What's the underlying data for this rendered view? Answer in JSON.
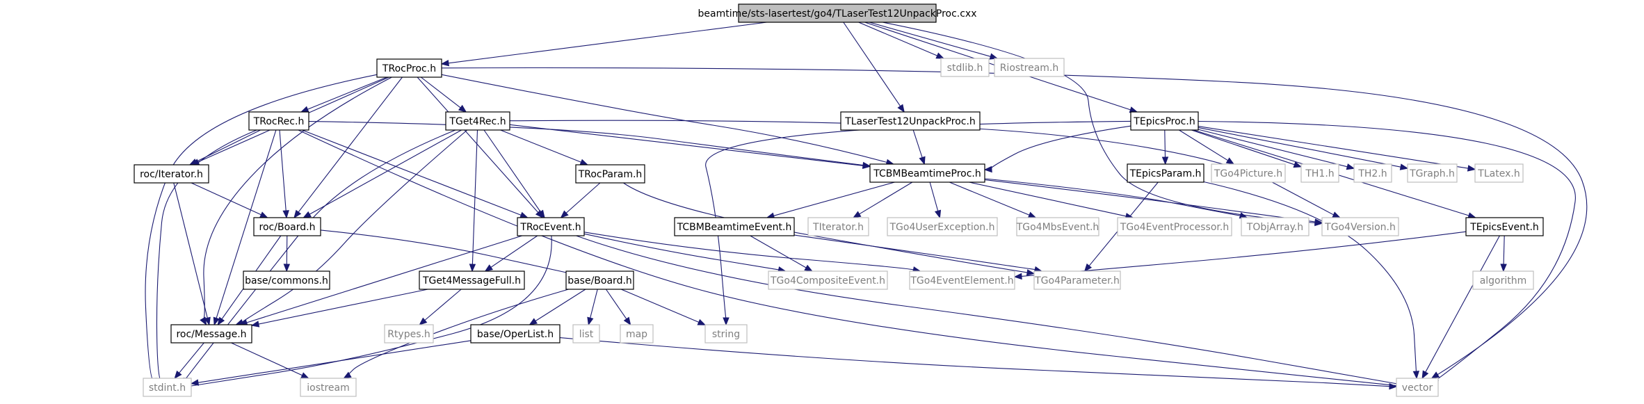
{
  "nodes": [
    {
      "id": "main",
      "label": "beamtime/sts-lasertest/go4/TLaserTest12UnpackProc.cxx",
      "kind": "focus"
    },
    {
      "id": "TRocProc",
      "label": "TRocProc.h",
      "kind": "doc"
    },
    {
      "id": "stdlib",
      "label": "stdlib.h",
      "kind": "ext"
    },
    {
      "id": "Riostream",
      "label": "Riostream.h",
      "kind": "ext"
    },
    {
      "id": "TLaserTest12UnpackProc",
      "label": "TLaserTest12UnpackProc.h",
      "kind": "doc"
    },
    {
      "id": "TEpicsProc",
      "label": "TEpicsProc.h",
      "kind": "doc"
    },
    {
      "id": "TRocRec",
      "label": "TRocRec.h",
      "kind": "doc"
    },
    {
      "id": "TGet4Rec",
      "label": "TGet4Rec.h",
      "kind": "doc"
    },
    {
      "id": "rocIterator",
      "label": "roc/Iterator.h",
      "kind": "doc"
    },
    {
      "id": "TRocParam",
      "label": "TRocParam.h",
      "kind": "doc"
    },
    {
      "id": "TCBMBeamtimeProc",
      "label": "TCBMBeamtimeProc.h",
      "kind": "doc"
    },
    {
      "id": "TEpicsParam",
      "label": "TEpicsParam.h",
      "kind": "doc"
    },
    {
      "id": "TGo4Picture",
      "label": "TGo4Picture.h",
      "kind": "ext"
    },
    {
      "id": "TH1",
      "label": "TH1.h",
      "kind": "ext"
    },
    {
      "id": "TH2",
      "label": "TH2.h",
      "kind": "ext"
    },
    {
      "id": "TGraph",
      "label": "TGraph.h",
      "kind": "ext"
    },
    {
      "id": "TLatex",
      "label": "TLatex.h",
      "kind": "ext"
    },
    {
      "id": "rocBoard",
      "label": "roc/Board.h",
      "kind": "doc"
    },
    {
      "id": "TRocEvent",
      "label": "TRocEvent.h",
      "kind": "doc"
    },
    {
      "id": "TCBMBeamtimeEvent",
      "label": "TCBMBeamtimeEvent.h",
      "kind": "doc"
    },
    {
      "id": "TIterator",
      "label": "TIterator.h",
      "kind": "ext"
    },
    {
      "id": "TGo4UserException",
      "label": "TGo4UserException.h",
      "kind": "ext"
    },
    {
      "id": "TGo4MbsEvent",
      "label": "TGo4MbsEvent.h",
      "kind": "ext"
    },
    {
      "id": "TGo4EventProcessor",
      "label": "TGo4EventProcessor.h",
      "kind": "ext"
    },
    {
      "id": "TObjArray",
      "label": "TObjArray.h",
      "kind": "ext"
    },
    {
      "id": "TGo4Version",
      "label": "TGo4Version.h",
      "kind": "ext"
    },
    {
      "id": "TEpicsEvent",
      "label": "TEpicsEvent.h",
      "kind": "doc"
    },
    {
      "id": "basecommons",
      "label": "base/commons.h",
      "kind": "doc"
    },
    {
      "id": "TGet4MessageFull",
      "label": "TGet4MessageFull.h",
      "kind": "doc"
    },
    {
      "id": "baseBoard",
      "label": "base/Board.h",
      "kind": "doc"
    },
    {
      "id": "TGo4CompositeEvent",
      "label": "TGo4CompositeEvent.h",
      "kind": "ext"
    },
    {
      "id": "TGo4EventElement",
      "label": "TGo4EventElement.h",
      "kind": "ext"
    },
    {
      "id": "TGo4Parameter",
      "label": "TGo4Parameter.h",
      "kind": "ext"
    },
    {
      "id": "algorithm",
      "label": "algorithm",
      "kind": "ext"
    },
    {
      "id": "rocMessage",
      "label": "roc/Message.h",
      "kind": "doc"
    },
    {
      "id": "Rtypes",
      "label": "Rtypes.h",
      "kind": "ext"
    },
    {
      "id": "list",
      "label": "list",
      "kind": "ext"
    },
    {
      "id": "map",
      "label": "map",
      "kind": "ext"
    },
    {
      "id": "string",
      "label": "string",
      "kind": "ext"
    },
    {
      "id": "baseOperList",
      "label": "base/OperList.h",
      "kind": "doc"
    },
    {
      "id": "stdint",
      "label": "stdint.h",
      "kind": "ext"
    },
    {
      "id": "iostream",
      "label": "iostream",
      "kind": "ext"
    },
    {
      "id": "vector",
      "label": "vector",
      "kind": "ext"
    }
  ],
  "edges": [
    [
      "main",
      "TRocProc"
    ],
    [
      "main",
      "stdlib"
    ],
    [
      "main",
      "Riostream"
    ],
    [
      "main",
      "TLaserTest12UnpackProc"
    ],
    [
      "main",
      "TEpicsProc"
    ],
    [
      "main",
      "TGo4Version"
    ],
    [
      "TRocProc",
      "TRocRec"
    ],
    [
      "TRocProc",
      "TGet4Rec"
    ],
    [
      "TRocProc",
      "rocIterator"
    ],
    [
      "TRocProc",
      "rocBoard"
    ],
    [
      "TRocProc",
      "TRocEvent"
    ],
    [
      "TRocProc",
      "TCBMBeamtimeProc"
    ],
    [
      "TRocProc",
      "rocMessage"
    ],
    [
      "TRocProc",
      "stdint"
    ],
    [
      "TRocProc",
      "vector"
    ],
    [
      "TRocRec",
      "rocIterator"
    ],
    [
      "TRocRec",
      "rocBoard"
    ],
    [
      "TRocRec",
      "TRocEvent"
    ],
    [
      "TRocRec",
      "TCBMBeamtimeProc"
    ],
    [
      "TRocRec",
      "rocMessage"
    ],
    [
      "TRocRec",
      "stdint"
    ],
    [
      "TRocRec",
      "vector"
    ],
    [
      "TGet4Rec",
      "TRocParam"
    ],
    [
      "TGet4Rec",
      "TCBMBeamtimeProc"
    ],
    [
      "TGet4Rec",
      "rocBoard"
    ],
    [
      "TGet4Rec",
      "TRocEvent"
    ],
    [
      "TGet4Rec",
      "TGet4MessageFull"
    ],
    [
      "TGet4Rec",
      "rocMessage"
    ],
    [
      "TGet4Rec",
      "stdint"
    ],
    [
      "TGet4Rec",
      "TGo4Version"
    ],
    [
      "rocIterator",
      "rocBoard"
    ],
    [
      "rocIterator",
      "rocMessage"
    ],
    [
      "TRocParam",
      "TRocEvent"
    ],
    [
      "TRocParam",
      "TGo4Parameter"
    ],
    [
      "TLaserTest12UnpackProc",
      "TCBMBeamtimeProc"
    ],
    [
      "TEpicsProc",
      "TCBMBeamtimeProc"
    ],
    [
      "TEpicsProc",
      "TEpicsParam"
    ],
    [
      "TEpicsProc",
      "TGo4Picture"
    ],
    [
      "TEpicsProc",
      "TH1"
    ],
    [
      "TEpicsProc",
      "TH2"
    ],
    [
      "TEpicsProc",
      "TGraph"
    ],
    [
      "TEpicsProc",
      "TLatex"
    ],
    [
      "TEpicsProc",
      "TEpicsEvent"
    ],
    [
      "TEpicsProc",
      "vector"
    ],
    [
      "TEpicsProc",
      "string"
    ],
    [
      "TCBMBeamtimeProc",
      "TCBMBeamtimeEvent"
    ],
    [
      "TCBMBeamtimeProc",
      "TIterator"
    ],
    [
      "TCBMBeamtimeProc",
      "TGo4UserException"
    ],
    [
      "TCBMBeamtimeProc",
      "TGo4MbsEvent"
    ],
    [
      "TCBMBeamtimeProc",
      "TGo4EventProcessor"
    ],
    [
      "TCBMBeamtimeProc",
      "TObjArray"
    ],
    [
      "TCBMBeamtimeProc",
      "TGo4Version"
    ],
    [
      "TEpicsParam",
      "TGo4Parameter"
    ],
    [
      "TEpicsParam",
      "vector"
    ],
    [
      "rocBoard",
      "basecommons"
    ],
    [
      "rocBoard",
      "rocMessage"
    ],
    [
      "rocBoard",
      "baseBoard"
    ],
    [
      "TRocEvent",
      "TGet4MessageFull"
    ],
    [
      "TRocEvent",
      "rocMessage"
    ],
    [
      "TRocEvent",
      "TGo4CompositeEvent"
    ],
    [
      "TRocEvent",
      "TGo4EventElement"
    ],
    [
      "TRocEvent",
      "stdint"
    ],
    [
      "TRocEvent",
      "vector"
    ],
    [
      "TCBMBeamtimeEvent",
      "TGo4CompositeEvent"
    ],
    [
      "TCBMBeamtimeEvent",
      "TGo4Parameter"
    ],
    [
      "TEpicsEvent",
      "TGo4EventElement"
    ],
    [
      "TEpicsEvent",
      "algorithm"
    ],
    [
      "TEpicsEvent",
      "vector"
    ],
    [
      "TGet4MessageFull",
      "rocMessage"
    ],
    [
      "TGet4MessageFull",
      "Rtypes"
    ],
    [
      "baseBoard",
      "baseOperList"
    ],
    [
      "baseBoard",
      "list"
    ],
    [
      "baseBoard",
      "map"
    ],
    [
      "baseBoard",
      "string"
    ],
    [
      "baseBoard",
      "iostream"
    ],
    [
      "rocMessage",
      "stdint"
    ],
    [
      "rocMessage",
      "iostream"
    ],
    [
      "baseOperList",
      "stdint"
    ],
    [
      "baseOperList",
      "vector"
    ]
  ]
}
